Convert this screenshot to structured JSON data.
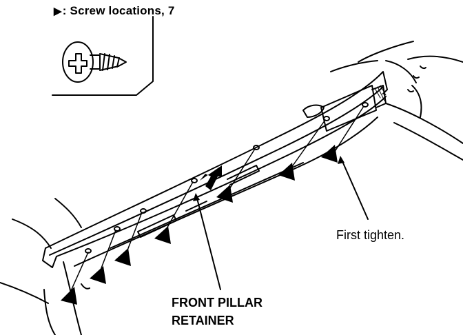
{
  "legend": {
    "marker": "▶",
    "text": ": Screw locations, 7"
  },
  "callouts": {
    "first_tighten": "First tighten.",
    "part_line1": "FRONT PILLAR",
    "part_line2": "RETAINER"
  },
  "screw_count": 7,
  "icons": {
    "legend_marker": "screw-location-arrow-icon",
    "screw": "screw-icon"
  },
  "colors": {
    "ink": "#000000",
    "background": "#ffffff"
  }
}
